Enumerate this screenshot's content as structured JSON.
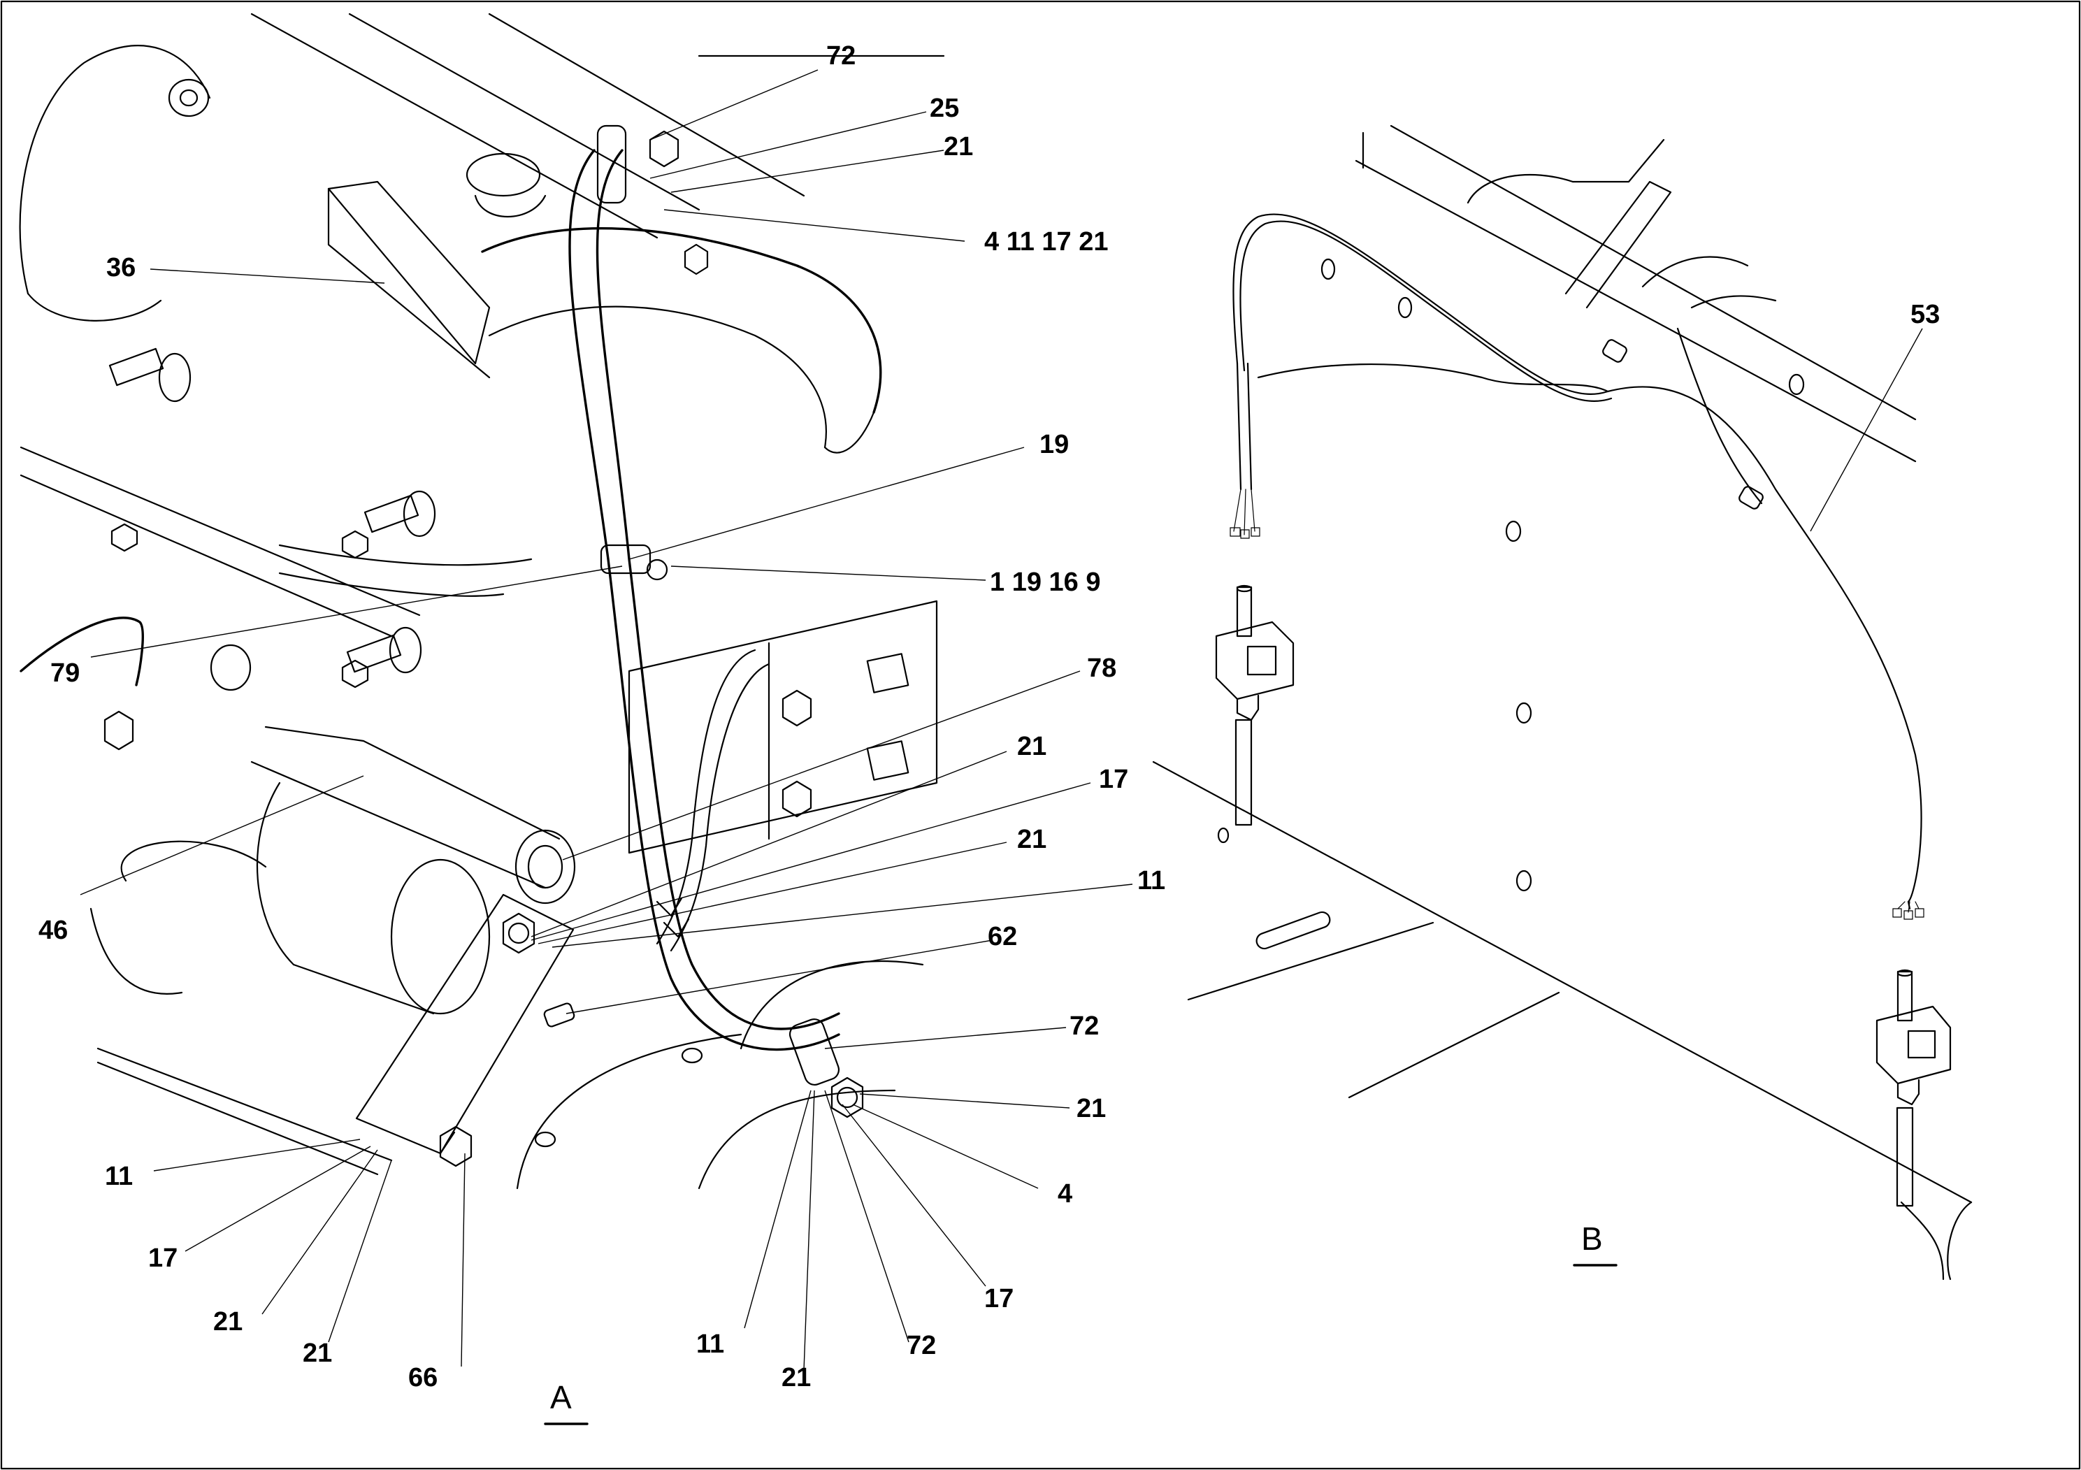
{
  "views": {
    "a": "A",
    "b": "B"
  },
  "callouts": {
    "c72_top": "72",
    "c25": "25",
    "c21_top": "21",
    "c4_11_17_21": "4   11   17   21",
    "c36": "36",
    "c19": "19",
    "c1_19_16_9": "1    19   16    9",
    "c79": "79",
    "c78": "78",
    "c21_mid1": "21",
    "c17_mid": "17",
    "c21_mid2": "21",
    "c11_mid": "11",
    "c46": "46",
    "c62": "62",
    "c72_mid": "72",
    "c21_right": "21",
    "c4_low": "4",
    "c17_low_right": "17",
    "c72_low": "72",
    "c21_low": "21",
    "c11_low": "11",
    "c66": "66",
    "c21_left_b": "21",
    "c21_left_a": "21",
    "c17_left": "17",
    "c11_left": "11",
    "c53": "53"
  }
}
